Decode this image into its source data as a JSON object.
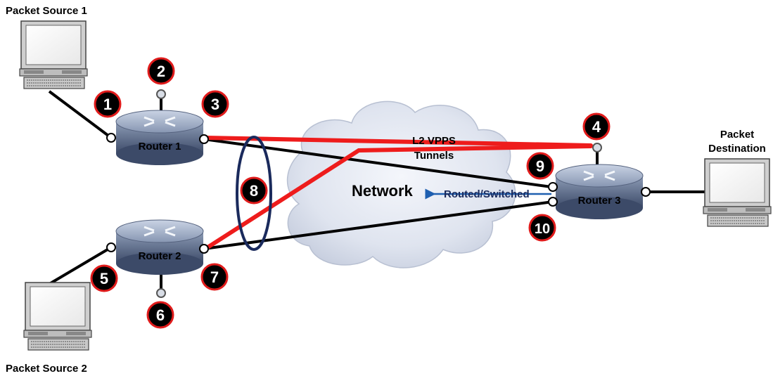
{
  "labels": {
    "source1": "Packet Source 1",
    "source2": "Packet Source 2",
    "destination_line1": "Packet",
    "destination_line2": "Destination",
    "network": "Network",
    "tunnels_line1": "L2 VPPS",
    "tunnels_line2": "Tunnels",
    "routed": "Routed/Switched"
  },
  "routers": {
    "r1": "Router 1",
    "r2": "Router 2",
    "r3": "Router 3"
  },
  "markers": {
    "m1": "1",
    "m2": "2",
    "m3": "3",
    "m4": "4",
    "m5": "5",
    "m6": "6",
    "m7": "7",
    "m8": "8",
    "m9": "9",
    "m10": "10"
  },
  "colors": {
    "tunnel": "#ee1c1c",
    "link": "#000000",
    "ellipse": "#1a2a5c",
    "arrow": "#1e5fb0",
    "marker_fill": "#000000",
    "marker_ring": "#e01b1b",
    "cloud": "#dde3f0"
  }
}
